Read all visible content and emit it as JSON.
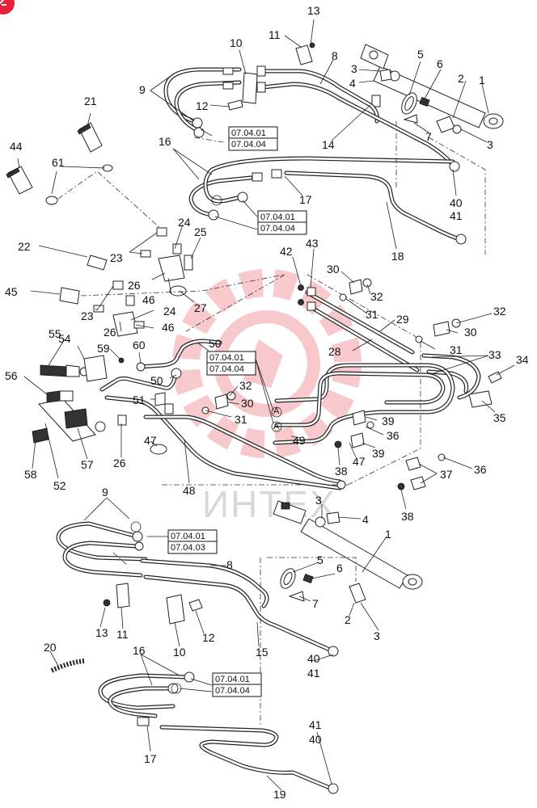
{
  "watermark": {
    "text": "ИНТЕХ",
    "color": "#e8404a"
  },
  "badge": {
    "color": "#e8203a"
  },
  "reference_codes": [
    "07.04.01",
    "07.04.04",
    "07.04.03"
  ],
  "callouts": {
    "n1a": "1",
    "n2a": "2",
    "n3a": "3",
    "n3b": "3",
    "n4a": "4",
    "n5a": "5",
    "n6a": "6",
    "n7a": "7",
    "n8a": "8",
    "n9a": "9",
    "n10a": "10",
    "n11a": "11",
    "n12a": "12",
    "n13a": "13",
    "n14a": "14",
    "n16a": "16",
    "n17a": "17",
    "n18a": "18",
    "n21a": "21",
    "n44a": "44",
    "n61a": "61",
    "n40a": "40",
    "n41a": "41",
    "n22a": "22",
    "n23a": "23",
    "n23b": "23",
    "n24a": "24",
    "n24b": "24",
    "n25a": "25",
    "n26a": "26",
    "n26b": "26",
    "n46a": "46",
    "n46b": "46",
    "n27a": "27",
    "n45a": "45",
    "n42a": "42",
    "n43a": "43",
    "n30a": "30",
    "n32a": "32",
    "n31a": "31",
    "n29a": "29",
    "n32b": "32",
    "n30b": "30",
    "n31b": "31",
    "n28a": "28",
    "n33a": "33",
    "n34a": "34",
    "n35a": "35",
    "n55a": "55",
    "n54a": "54",
    "n59a": "59",
    "n60a": "60",
    "n50a": "50",
    "n50b": "50",
    "n56a": "56",
    "n51a": "51",
    "n32c": "32",
    "n30c": "30",
    "n31c": "31",
    "n39a": "39",
    "n36a": "36",
    "n39b": "39",
    "n49a": "49",
    "n47a": "47",
    "n38a": "38",
    "n36b": "36",
    "n37a": "37",
    "n38b": "38",
    "n58a": "58",
    "n52a": "52",
    "n57a": "57",
    "n26c": "26",
    "n47b": "47",
    "n48a": "48",
    "n3c": "3",
    "n4b": "4",
    "n9b": "9",
    "n1b": "1",
    "n8b": "8",
    "n5b": "5",
    "n6b": "6",
    "n7b": "7",
    "n2b": "2",
    "n3d": "3",
    "n13b": "13",
    "n11b": "11",
    "n10b": "10",
    "n12b": "12",
    "n15a": "15",
    "n20a": "20",
    "n40b": "40",
    "n41b": "41",
    "n16b": "16",
    "n17b": "17",
    "n41c": "41",
    "n40c": "40",
    "n19a": "19",
    "nAa": "A",
    "nAb": "A"
  },
  "refs": {
    "r1a": "07.04.01",
    "r1b": "07.04.04",
    "r2a": "07.04.01",
    "r2b": "07.04.04",
    "r3a": "07.04.01",
    "r3b": "07.04.04",
    "r4a": "07.04.01",
    "r4b": "07.04.03",
    "r5a": "07.04.01",
    "r5b": "07.04.04"
  }
}
